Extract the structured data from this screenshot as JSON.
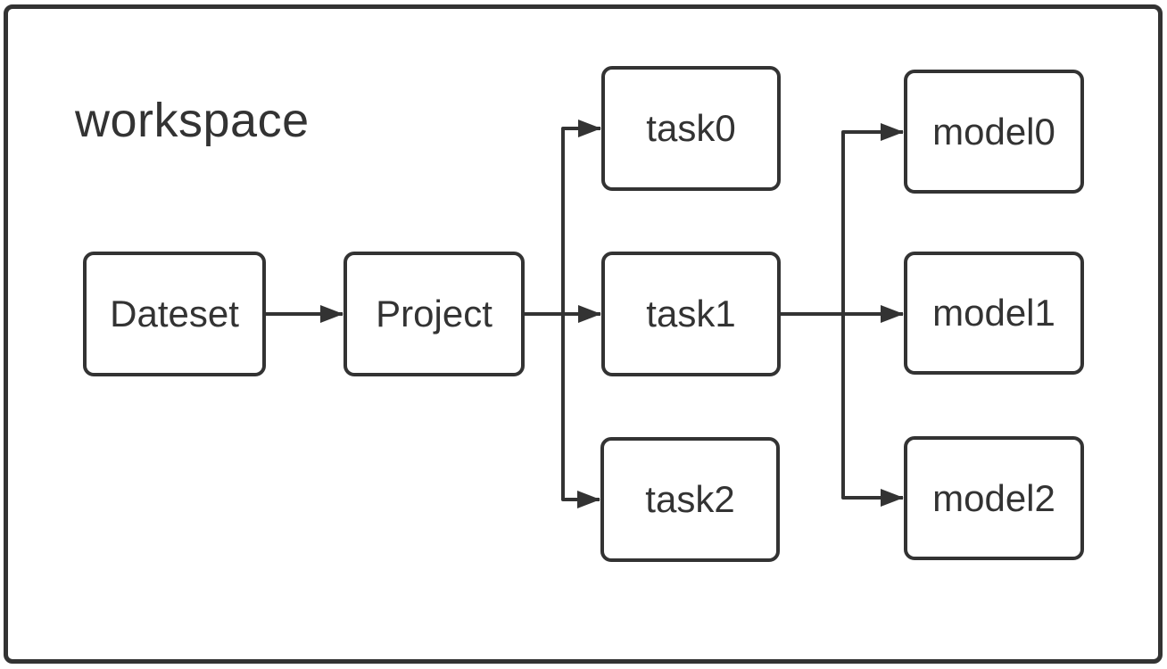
{
  "diagram": {
    "title": "workspace",
    "nodes": [
      {
        "id": "dateset",
        "label": "Dateset"
      },
      {
        "id": "project",
        "label": "Project"
      },
      {
        "id": "task0",
        "label": "task0"
      },
      {
        "id": "task1",
        "label": "task1"
      },
      {
        "id": "task2",
        "label": "task2"
      },
      {
        "id": "model0",
        "label": "model0"
      },
      {
        "id": "model1",
        "label": "model1"
      },
      {
        "id": "model2",
        "label": "model2"
      }
    ],
    "edges": [
      {
        "from": "Dateset",
        "to": "Project"
      },
      {
        "from": "Project",
        "to": "task0"
      },
      {
        "from": "Project",
        "to": "task1"
      },
      {
        "from": "Project",
        "to": "task2"
      },
      {
        "from": "task1",
        "to": "model0"
      },
      {
        "from": "task1",
        "to": "model1"
      },
      {
        "from": "task1",
        "to": "model2"
      }
    ],
    "colors": {
      "stroke": "#333333",
      "node_fill": "#ffffff",
      "background": "#ffffff"
    }
  }
}
